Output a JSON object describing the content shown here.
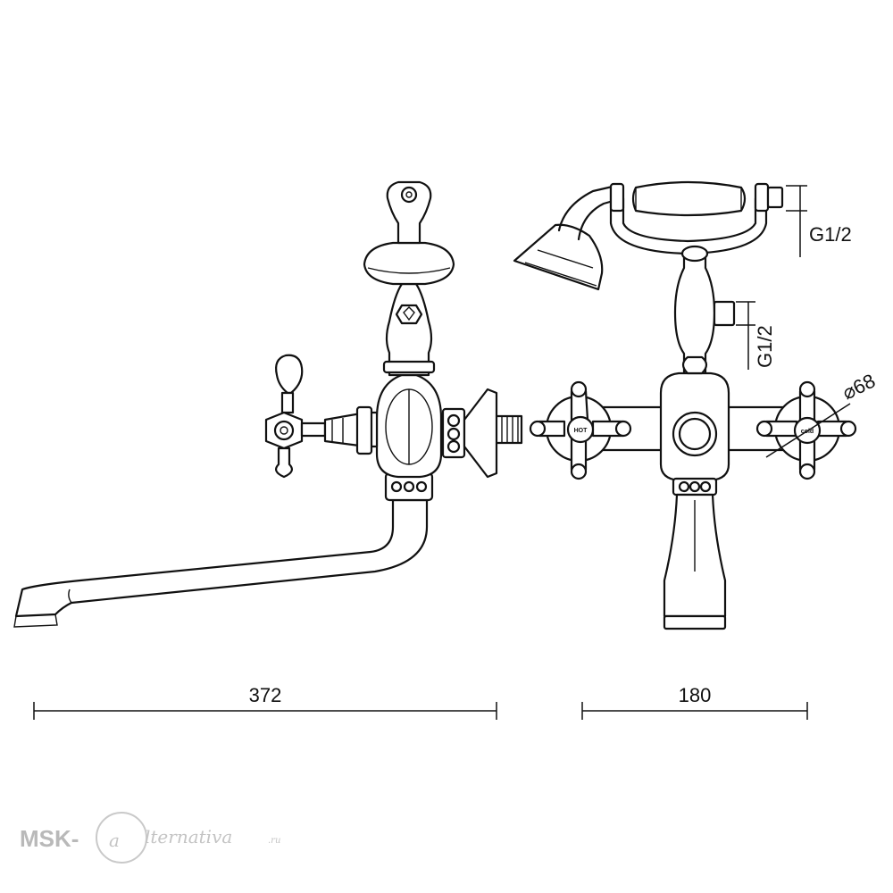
{
  "dimensions": {
    "side_width": "372",
    "front_width": "180",
    "hose_thread": "G1/2",
    "outlet_thread": "G1/2",
    "handle_diameter": "⌀68"
  },
  "handles": {
    "left_label": "HOT",
    "right_label": "cold"
  },
  "watermark": {
    "brand_prefix": "MSK-",
    "brand_script": "lternativa",
    "brand_domain": ".ru"
  },
  "colors": {
    "line": "#111111",
    "watermark": "#b9b9b9"
  }
}
